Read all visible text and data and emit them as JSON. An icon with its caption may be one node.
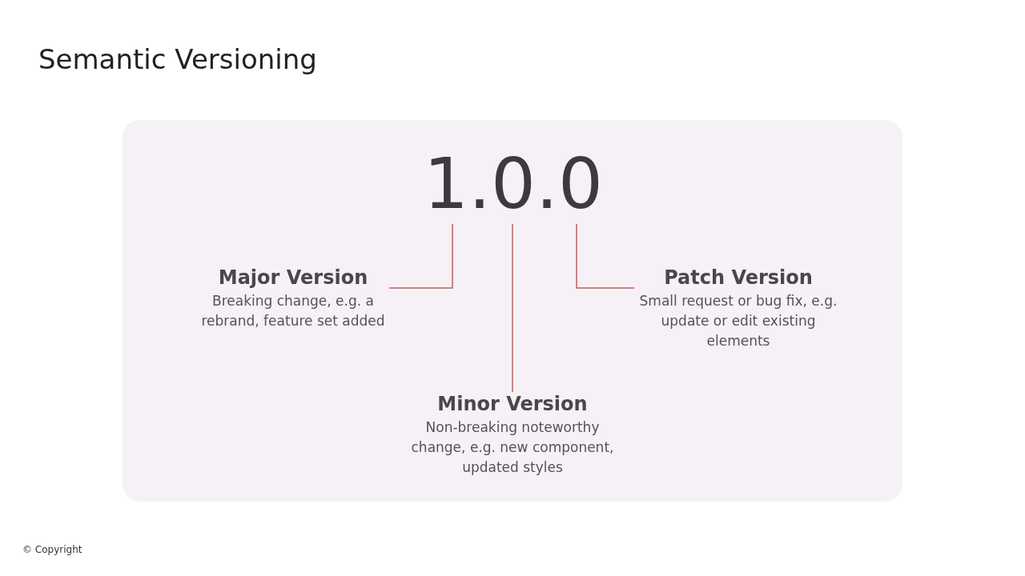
{
  "diagram": {
    "title": "Semantic Versioning",
    "nodes": [
      {
        "text": [],
        "shape": "box"
      },
      {
        "text": [
          "1.0.0"
        ],
        "in": 0
      },
      {
        "text": [
          "Major Version",
          "Breaking change, e.g. a rebrand, feature set added"
        ],
        "in": 0
      },
      {
        "text": [
          "Minor Version",
          "Non-breaking noteworthy change, e.g. new component, updated styles"
        ],
        "in": 0
      },
      {
        "text": [
          "Patch Version",
          "Small request or bug fix, e.g. update or edit existing elements"
        ],
        "in": 0
      }
    ],
    "edges": [
      {
        "from": 2,
        "to": 1,
        "arrow": "none"
      },
      {
        "from": 3,
        "to": 1,
        "arrow": "none"
      },
      {
        "from": 4,
        "to": 1,
        "arrow": "none"
      }
    ],
    "labels": [
      "© Copyright"
    ]
  }
}
